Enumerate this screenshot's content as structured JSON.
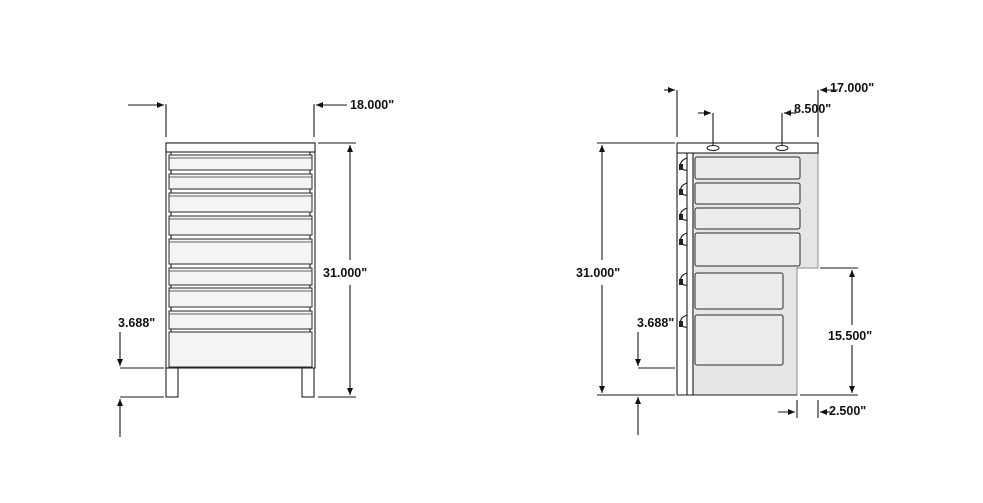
{
  "front_view": {
    "width_dim": "18.000\"",
    "height_dim": "31.000\"",
    "base_dim": "3.688\""
  },
  "side_view": {
    "depth_dim": "17.000\"",
    "hole_dim": "8.500\"",
    "height_dim": "31.000\"",
    "base_dim": "3.688\"",
    "lower_height_dim": "15.500\"",
    "step_dim": "2.500\""
  },
  "colors": {
    "line": "#1a1a1a",
    "side_panel": "#e6e6e6"
  }
}
